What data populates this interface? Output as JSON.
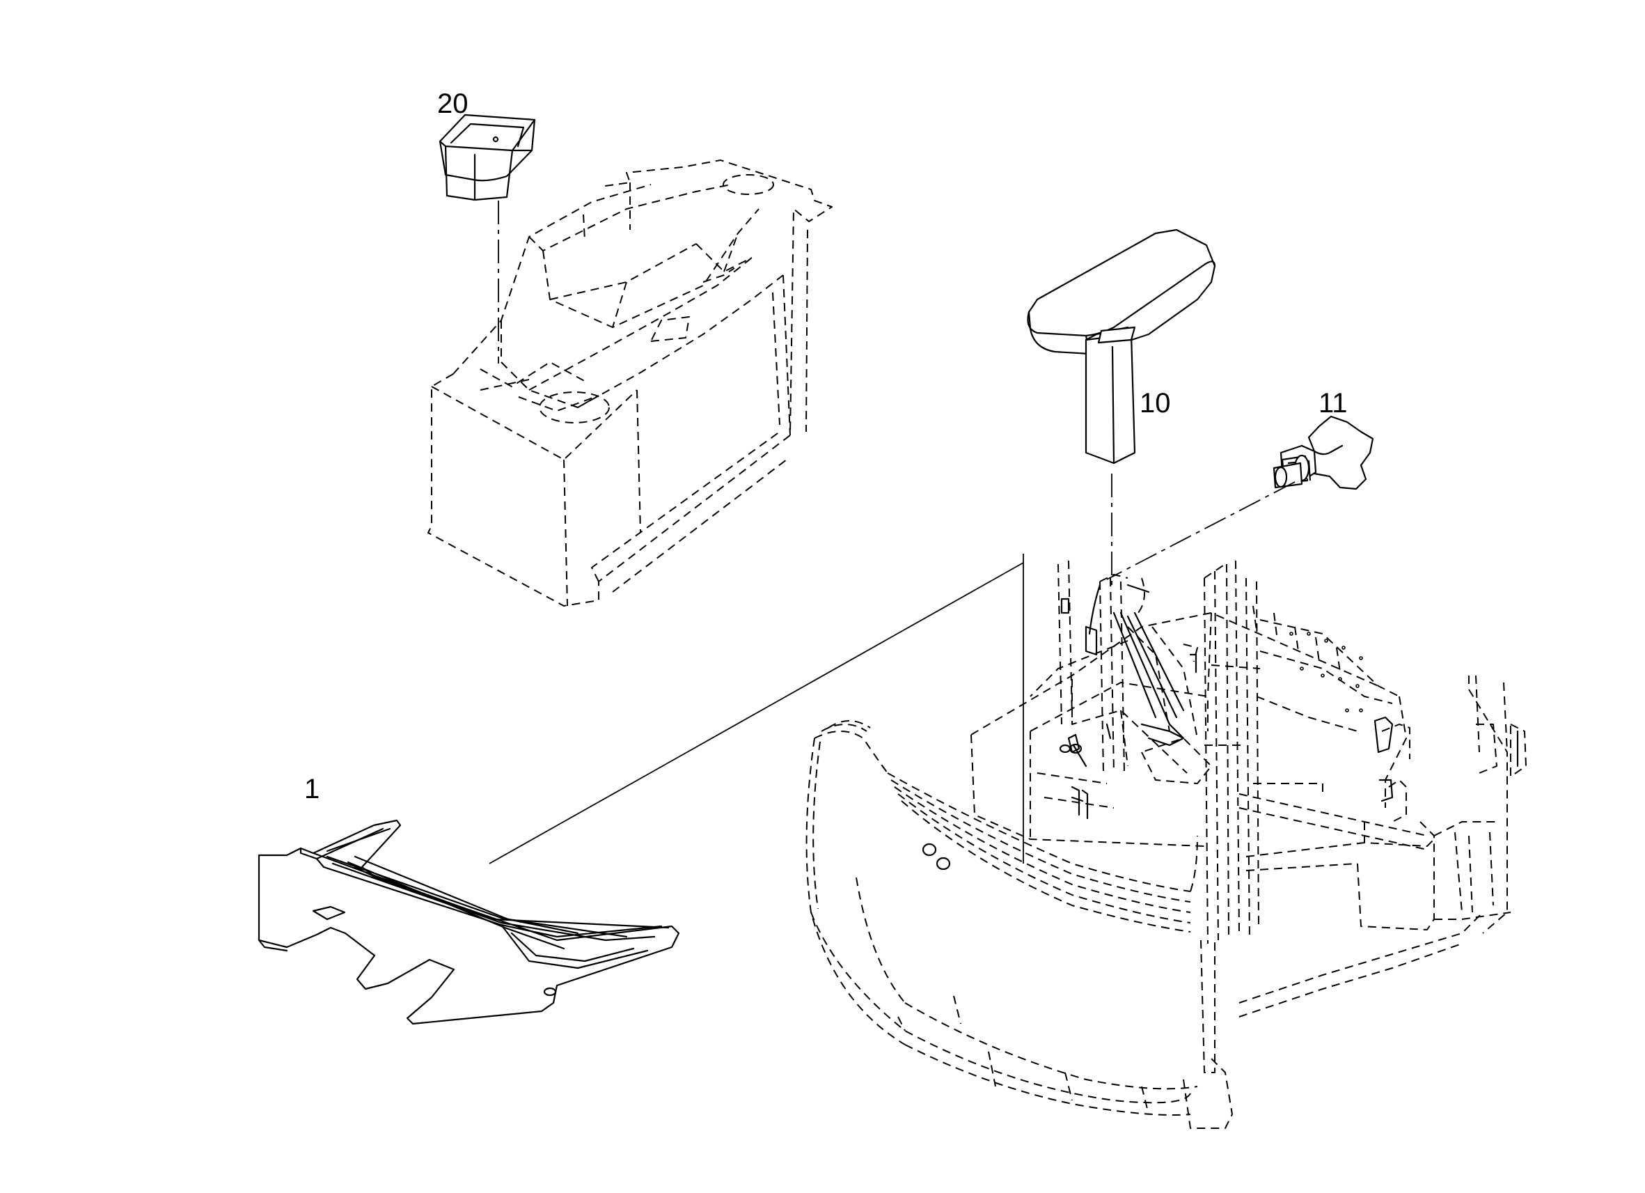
{
  "callouts": {
    "part_1": "1",
    "part_10": "10",
    "part_11": "11",
    "part_20": "20"
  },
  "colors": {
    "line": "#000000",
    "background": "#ffffff"
  }
}
